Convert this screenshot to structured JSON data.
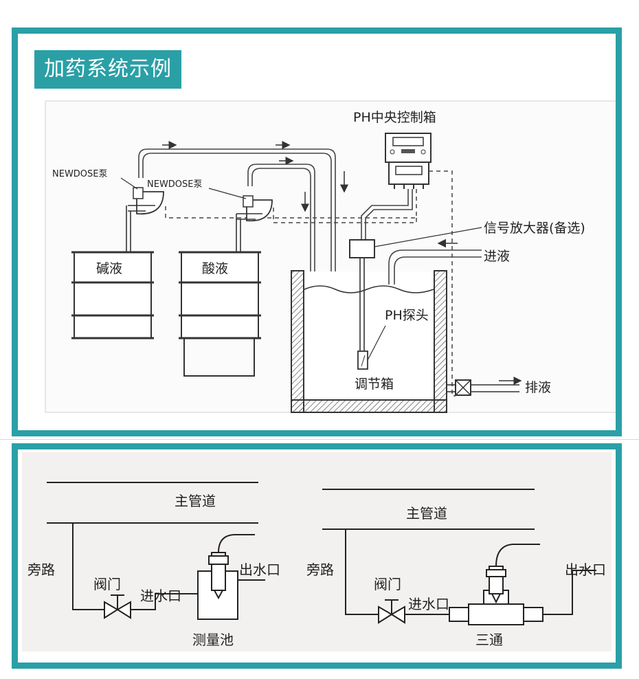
{
  "header": {
    "title": "加药系统示例"
  },
  "dosing_diagram": {
    "controller_label": "PH中央控制箱",
    "pump_label_1": "NEWDOSE泵",
    "pump_label_2": "NEWDOSE泵",
    "alkali_tank_label": "碱液",
    "acid_tank_label": "酸液",
    "amplifier_label": "信号放大器(备选)",
    "inlet_label": "进液",
    "probe_label": "PH探头",
    "tank_label": "调节箱",
    "drain_label": "排液"
  },
  "bypass_diagrams": {
    "left": {
      "main_pipe_label": "主管道",
      "bypass_label": "旁路",
      "valve_label": "阀门",
      "inlet_label": "进水口",
      "outlet_label": "出水口",
      "cell_label": "测量池"
    },
    "right": {
      "main_pipe_label": "主管道",
      "bypass_label": "旁路",
      "valve_label": "阀门",
      "inlet_label": "进水口",
      "outlet_label": "出水口",
      "tee_label": "三通"
    }
  }
}
